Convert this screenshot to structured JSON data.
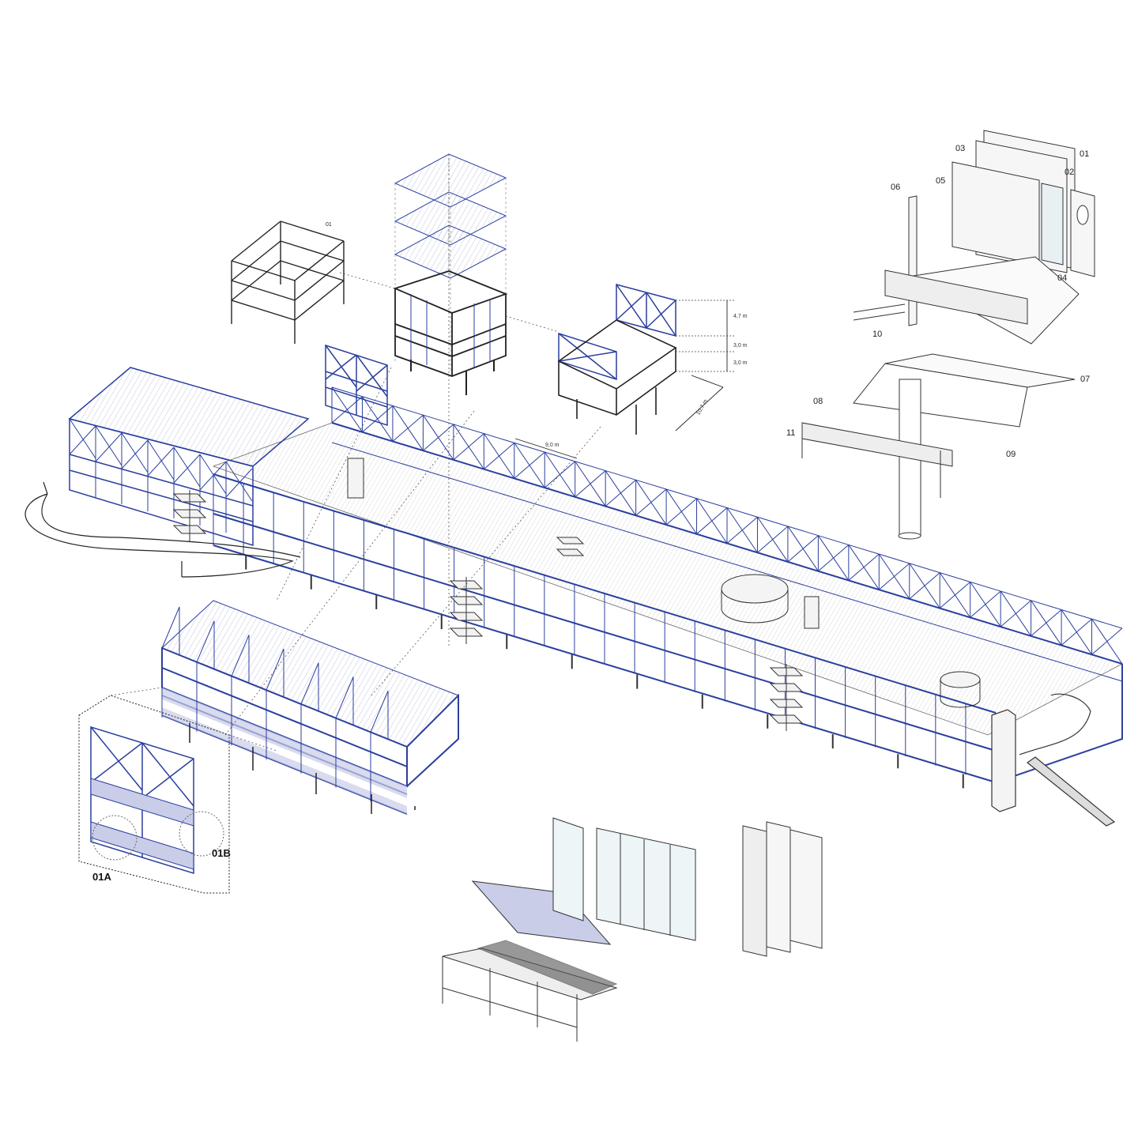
{
  "colors": {
    "structure": "#2b3f9e",
    "fill": "#c9cde8",
    "line": "#1a1a1a",
    "grey": "#8a8a8a"
  },
  "labels": {
    "module_01": "01",
    "height_top": "4,7 m",
    "height_mid": "3,0 m",
    "height_bot": "3,0 m",
    "depth": "10,7 m",
    "width": "9,0 m",
    "d01": "01",
    "d02": "02",
    "d03": "03",
    "d04": "04",
    "d05": "05",
    "d06": "06",
    "d07": "07",
    "d08": "08",
    "d09": "09",
    "d10": "10",
    "d11": "11",
    "detail_a": "01A",
    "detail_b": "01B"
  }
}
